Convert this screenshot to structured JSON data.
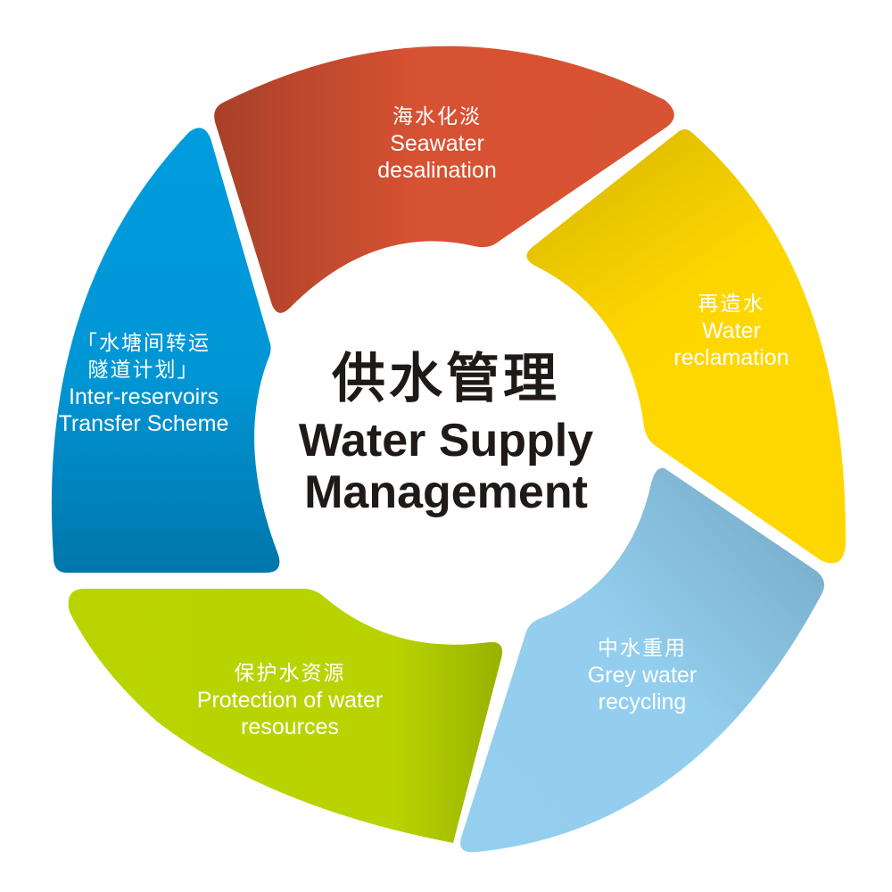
{
  "diagram": {
    "type": "cycle",
    "center": {
      "title_zh": "供水管理",
      "title_en_line1": "Water Supply",
      "title_en_line2": "Management"
    },
    "segments": [
      {
        "id": "seawater",
        "label_zh": "海水化淡",
        "label_en_line1": "Seawater",
        "label_en_line2": "desalination",
        "color": "#D75232",
        "color_dark": "#B0432A"
      },
      {
        "id": "reclamation",
        "label_zh": "再造水",
        "label_en_line1": "Water",
        "label_en_line2": "reclamation",
        "color": "#FDD600",
        "color_dark": "#D6B700"
      },
      {
        "id": "grey-water",
        "label_zh": "中水重用",
        "label_en_line1": "Grey water",
        "label_en_line2": "recycling",
        "color": "#93CDEE",
        "color_dark": "#78ABC7"
      },
      {
        "id": "protection",
        "label_zh": "保护水资源",
        "label_en_line1": "Protection of water",
        "label_en_line2": "resources",
        "color": "#B8D400",
        "color_dark": "#9EB800"
      },
      {
        "id": "transfer",
        "label_zh_line1": "「水塘间转运",
        "label_zh_line2": "隧道计划」",
        "label_en_line1": "Inter-reservoirs",
        "label_en_line2": "Transfer Scheme",
        "color": "#0098D8",
        "color_dark": "#0076AA"
      }
    ]
  }
}
